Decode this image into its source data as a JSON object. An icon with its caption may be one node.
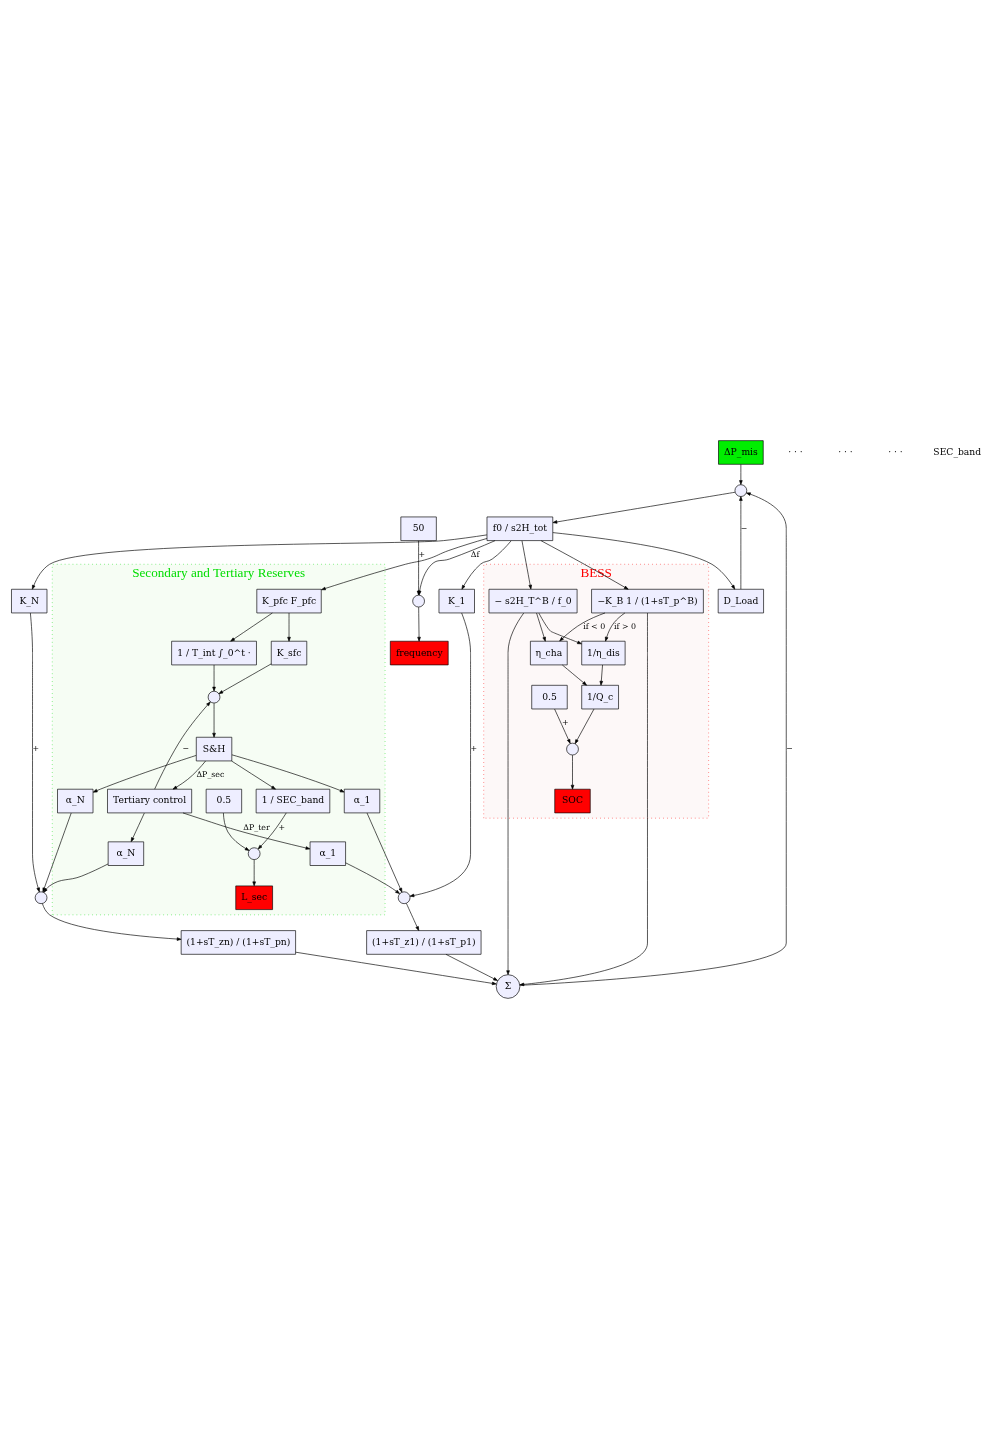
{
  "diagram": {
    "nodes": [
      {
        "text": [
          "ΔP_mis"
        ]
      },
      {
        "text": [],
        "shape": "circle"
      },
      {
        "text": [
          "D_Load"
        ]
      },
      {
        "text": [
          "f0 / s2H_tot"
        ]
      },
      {
        "text": [
          "50"
        ]
      },
      {
        "text": [],
        "shape": "circle"
      },
      {
        "text": [
          "frequency"
        ]
      },
      {
        "text": [
          "Σ"
        ]
      },
      {
        "text": [
          "(1+sT_z1) / (1+sT_p1)"
        ]
      },
      {
        "text": [],
        "shape": "circle"
      },
      {
        "text": [
          "K_1"
        ]
      },
      {
        "text": [
          "(1+sT_zn) / (1+sT_pn)"
        ]
      },
      {
        "text": [],
        "shape": "circle"
      },
      {
        "text": [
          "K_N"
        ]
      },
      {
        "text": [
          "BESS"
        ]
      },
      {
        "text": [
          "−K_B 1 / (1+sT_p^B)"
        ],
        "in": 14
      },
      {
        "text": [
          "− s2H_T^B / f_0"
        ],
        "in": 14
      },
      {
        "text": [
          "η_cha"
        ],
        "in": 14
      },
      {
        "text": [
          "1/η_dis"
        ],
        "in": 14
      },
      {
        "text": [
          "1/Q_c"
        ],
        "in": 14
      },
      {
        "text": [
          "0.5"
        ],
        "in": 14
      },
      {
        "text": [],
        "shape": "circle",
        "in": 14
      },
      {
        "text": [
          "SOC"
        ],
        "in": 14
      },
      {
        "text": [
          "Secondary and Tertiary Reserves"
        ]
      },
      {
        "text": [
          "K_pfc F_pfc"
        ],
        "in": 23
      },
      {
        "text": [
          "1 / T_int ∫_0^t ·"
        ],
        "in": 23
      },
      {
        "text": [
          "K_sfc"
        ],
        "in": 23
      },
      {
        "text": [],
        "shape": "circle",
        "in": 23
      },
      {
        "text": [
          "S&H"
        ],
        "in": 23
      },
      {
        "text": [
          "Tertiary control"
        ],
        "in": 23
      },
      {
        "text": [
          "α_1"
        ],
        "in": 23
      },
      {
        "text": [
          "α_N"
        ],
        "in": 23
      },
      {
        "text": [
          "α_1"
        ],
        "in": 23
      },
      {
        "text": [
          "α_N"
        ],
        "in": 23
      },
      {
        "text": [
          "1 / SEC_band"
        ],
        "in": 23
      },
      {
        "text": [
          "0.5"
        ],
        "in": 23
      },
      {
        "text": [],
        "shape": "circle",
        "in": 23
      },
      {
        "text": [
          "L_sec"
        ],
        "in": 23
      }
    ],
    "edges": [
      {
        "from": 0,
        "to": 1,
        "arrow": "to"
      },
      {
        "from": 7,
        "to": 1,
        "arrow": "to",
        "label": "−"
      },
      {
        "from": 2,
        "to": 1,
        "arrow": "to",
        "label": "−"
      },
      {
        "from": 1,
        "to": 3,
        "arrow": "to"
      },
      {
        "from": 3,
        "to": 2,
        "arrow": "to"
      },
      {
        "from": 3,
        "to": 5,
        "arrow": "to",
        "label": "Δf"
      },
      {
        "from": 4,
        "to": 5,
        "arrow": "to",
        "label": "+"
      },
      {
        "from": 5,
        "to": 6,
        "arrow": "to"
      },
      {
        "from": 3,
        "to": 10,
        "arrow": "to"
      },
      {
        "from": 3,
        "to": 13,
        "arrow": "to"
      },
      {
        "from": 3,
        "to": 15,
        "arrow": "to"
      },
      {
        "from": 3,
        "to": 16,
        "arrow": "to"
      },
      {
        "from": 10,
        "to": 9,
        "arrow": "to",
        "label": "+"
      },
      {
        "from": 9,
        "to": 8,
        "arrow": "to"
      },
      {
        "from": 8,
        "to": 7,
        "arrow": "to"
      },
      {
        "from": 13,
        "to": 12,
        "arrow": "to",
        "label": "+"
      },
      {
        "from": 12,
        "to": 11,
        "arrow": "to"
      },
      {
        "from": 11,
        "to": 7,
        "arrow": "to"
      },
      {
        "from": 30,
        "to": 9,
        "arrow": "to"
      },
      {
        "from": 32,
        "to": 9,
        "arrow": "to"
      },
      {
        "from": 31,
        "to": 12,
        "arrow": "to"
      },
      {
        "from": 33,
        "to": 12,
        "arrow": "to"
      },
      {
        "from": 15,
        "to": 7,
        "arrow": "to"
      },
      {
        "from": 16,
        "to": 7,
        "arrow": "to"
      },
      {
        "from": 15,
        "to": 17,
        "arrow": "to",
        "label": "if < 0"
      },
      {
        "from": 15,
        "to": 18,
        "arrow": "to",
        "label": "if > 0"
      },
      {
        "from": 16,
        "to": 17,
        "arrow": "to"
      },
      {
        "from": 16,
        "to": 18,
        "arrow": "to"
      },
      {
        "from": 17,
        "to": 19,
        "arrow": "to"
      },
      {
        "from": 18,
        "to": 19,
        "arrow": "to"
      },
      {
        "from": 19,
        "to": 21,
        "arrow": "to"
      },
      {
        "from": 20,
        "to": 21,
        "arrow": "to",
        "label": "+"
      },
      {
        "from": 21,
        "to": 22,
        "arrow": "to"
      },
      {
        "from": 3,
        "to": 24,
        "arrow": "to"
      },
      {
        "from": 24,
        "to": 25,
        "arrow": "to"
      },
      {
        "from": 24,
        "to": 26,
        "arrow": "to"
      },
      {
        "from": 25,
        "to": 27,
        "arrow": "to"
      },
      {
        "from": 26,
        "to": 27,
        "arrow": "to"
      },
      {
        "from": 29,
        "to": 27,
        "arrow": "to",
        "label": "−"
      },
      {
        "from": 29,
        "to": 32,
        "arrow": "to",
        "label": "ΔP_ter"
      },
      {
        "from": 29,
        "to": 33,
        "arrow": "to"
      },
      {
        "from": 27,
        "to": 28,
        "arrow": "to"
      },
      {
        "from": 28,
        "to": 29,
        "arrow": "to",
        "label": "ΔP_sec"
      },
      {
        "from": 28,
        "to": 30,
        "arrow": "to"
      },
      {
        "from": 28,
        "to": 31,
        "arrow": "to"
      },
      {
        "from": 28,
        "to": 34,
        "arrow": "to"
      },
      {
        "from": 34,
        "to": 36,
        "arrow": "to",
        "label": "+"
      },
      {
        "from": 35,
        "to": 36,
        "arrow": "to"
      },
      {
        "from": 36,
        "to": 37,
        "arrow": "to"
      }
    ],
    "labels": [
      "· · ·",
      "· · ·",
      "· · ·",
      "SEC_band"
    ]
  }
}
